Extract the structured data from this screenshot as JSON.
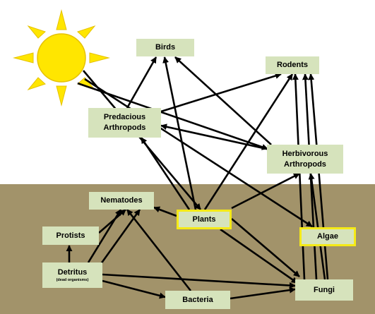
{
  "nodes": {
    "birds": {
      "label": "Birds"
    },
    "rodents": {
      "label": "Rodents"
    },
    "predacious": {
      "line1": "Predacious",
      "line2": "Arthropods"
    },
    "herbivorous": {
      "line1": "Herbivorous",
      "line2": "Arthropods"
    },
    "nematodes": {
      "label": "Nematodes"
    },
    "plants": {
      "label": "Plants"
    },
    "algae": {
      "label": "Algae"
    },
    "protists": {
      "label": "Protists"
    },
    "detritus": {
      "label": "Detritus",
      "sublabel": "(dead organisms)"
    },
    "bacteria": {
      "label": "Bacteria"
    },
    "fungi": {
      "label": "Fungi"
    }
  },
  "colors": {
    "node_fill": "#d6e3bc",
    "highlight_border": "#f5ea16",
    "soil": "#a2936a",
    "sky": "#ffffff",
    "sun": "#ffe600",
    "sun_outline": "#e6c200",
    "arrow": "#000000"
  },
  "icons": {
    "sun": "sun-icon"
  }
}
